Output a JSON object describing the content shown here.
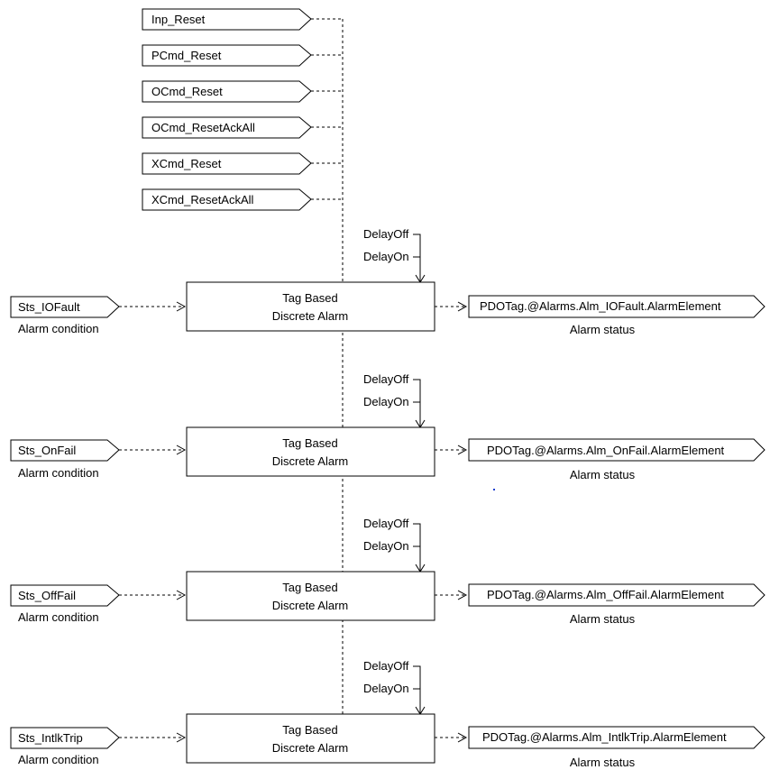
{
  "reset_inputs": [
    "Inp_Reset",
    "PCmd_Reset",
    "OCmd_Reset",
    "OCmd_ResetAckAll",
    "XCmd_Reset",
    "XCmd_ResetAckAll"
  ],
  "alarms": [
    {
      "input": "Sts_IOFault",
      "input_caption": "Alarm condition",
      "block_line1": "Tag Based",
      "block_line2": "Discrete Alarm",
      "delay_off": "DelayOff",
      "delay_on": "DelayOn",
      "output": "PDOTag.@Alarms.Alm_IOFault.AlarmElement",
      "output_caption": "Alarm status"
    },
    {
      "input": "Sts_OnFail",
      "input_caption": "Alarm condition",
      "block_line1": "Tag Based",
      "block_line2": "Discrete Alarm",
      "delay_off": "DelayOff",
      "delay_on": "DelayOn",
      "output": "PDOTag.@Alarms.Alm_OnFail.AlarmElement",
      "output_caption": "Alarm status"
    },
    {
      "input": "Sts_OffFail",
      "input_caption": "Alarm condition",
      "block_line1": "Tag Based",
      "block_line2": "Discrete Alarm",
      "delay_off": "DelayOff",
      "delay_on": "DelayOn",
      "output": "PDOTag.@Alarms.Alm_OffFail.AlarmElement",
      "output_caption": "Alarm status"
    },
    {
      "input": "Sts_IntlkTrip",
      "input_caption": "Alarm condition",
      "block_line1": "Tag Based",
      "block_line2": "Discrete Alarm",
      "delay_off": "DelayOff",
      "delay_on": "DelayOn",
      "output": "PDOTag.@Alarms.Alm_IntlkTrip.AlarmElement",
      "output_caption": "Alarm status"
    }
  ]
}
